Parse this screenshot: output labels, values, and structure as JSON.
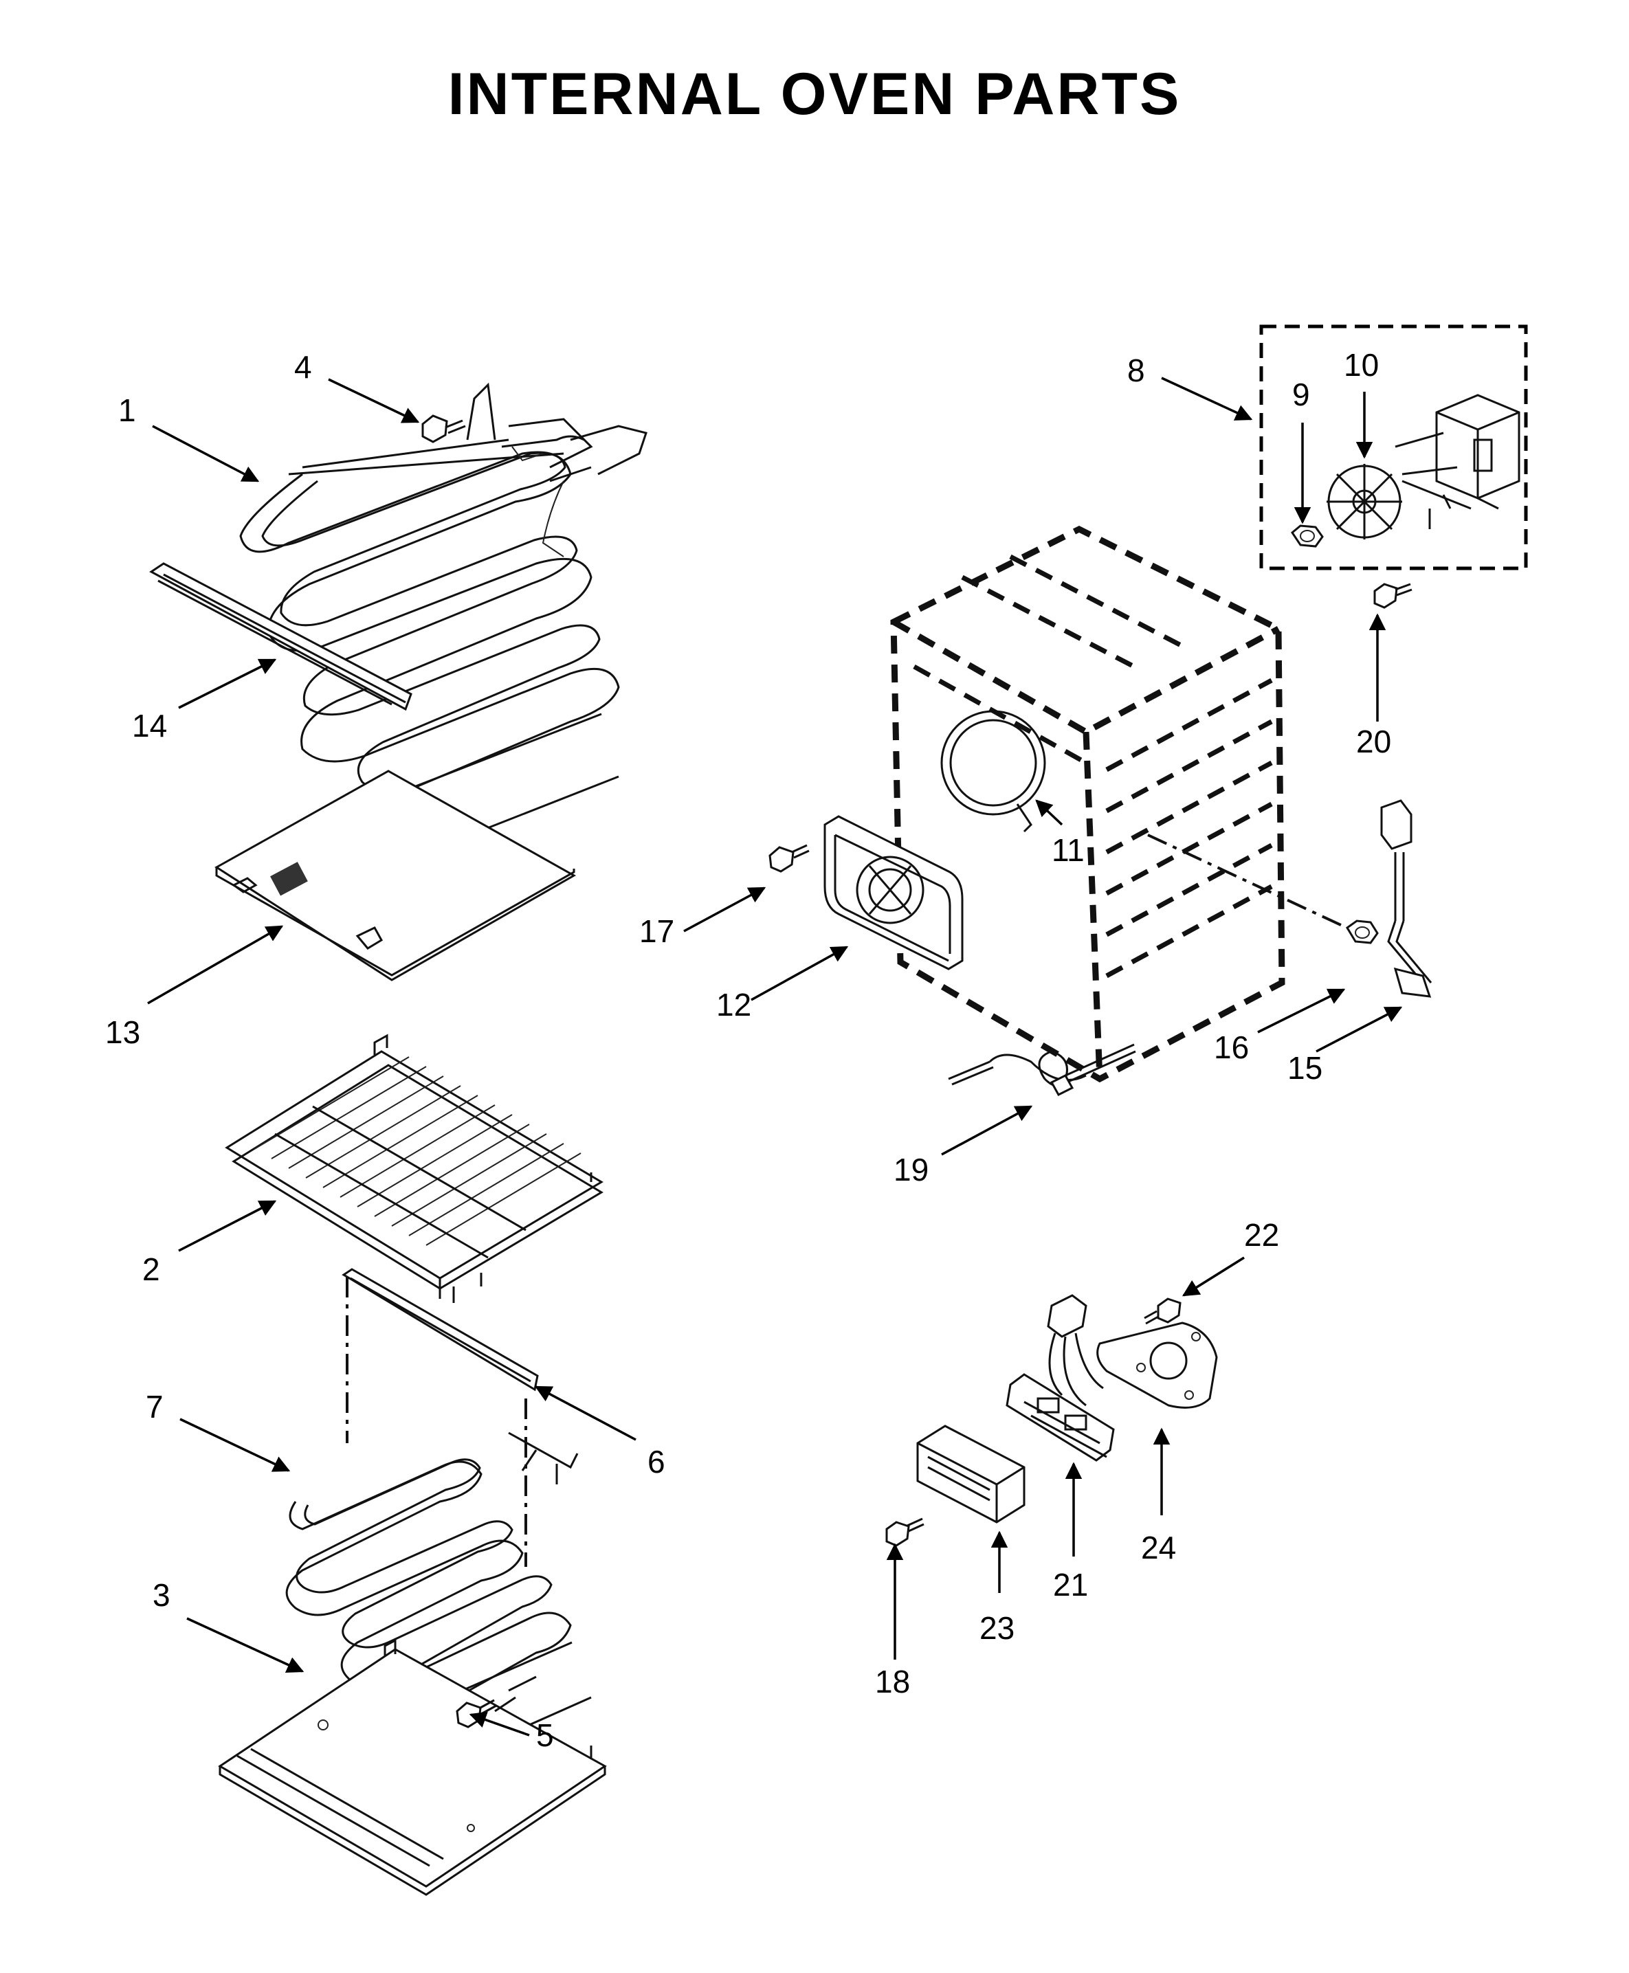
{
  "title": "INTERNAL OVEN PARTS",
  "callouts": {
    "c1": "1",
    "c2": "2",
    "c3": "3",
    "c4": "4",
    "c5": "5",
    "c6": "6",
    "c7": "7",
    "c8": "8",
    "c9": "9",
    "c10": "10",
    "c11": "11",
    "c12": "12",
    "c13": "13",
    "c14": "14",
    "c15": "15",
    "c16": "16",
    "c17": "17",
    "c18": "18",
    "c19": "19",
    "c20": "20",
    "c21": "21",
    "c22": "22",
    "c23": "23",
    "c24": "24"
  }
}
